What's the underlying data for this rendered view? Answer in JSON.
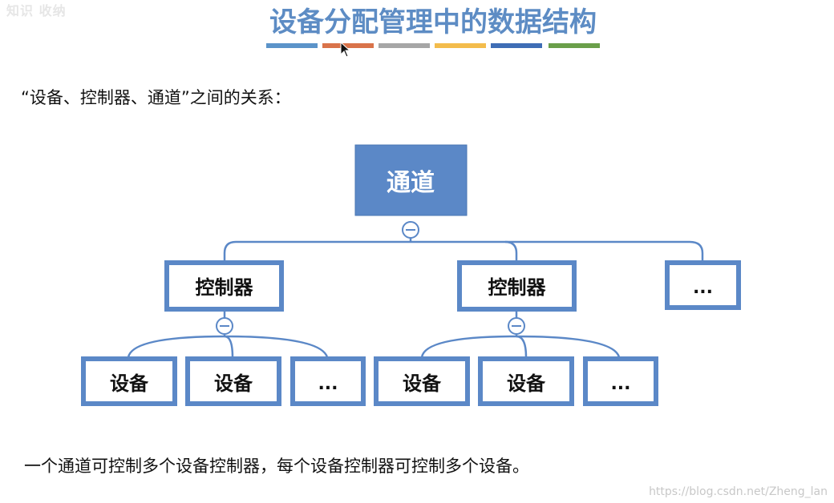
{
  "header": {
    "logo_text": "知识 收纳",
    "title": "设备分配管理中的数据结构",
    "color_strip": [
      "#5b93c9",
      "#d9734a",
      "#a6a6a6",
      "#f3bc4c",
      "#3e6db5",
      "#6a9f4a"
    ]
  },
  "intro": {
    "text": "“设备、控制器、通道”之间的关系："
  },
  "diagram": {
    "root": {
      "label": "通道"
    },
    "controllers": [
      {
        "label": "控制器"
      },
      {
        "label": "控制器"
      },
      {
        "label": "..."
      }
    ],
    "devices_group_1": [
      {
        "label": "设备"
      },
      {
        "label": "设备"
      },
      {
        "label": "..."
      }
    ],
    "devices_group_2": [
      {
        "label": "设备"
      },
      {
        "label": "设备"
      },
      {
        "label": "..."
      }
    ],
    "collapse_symbol": "⊖"
  },
  "footer": {
    "text": "一个通道可控制多个设备控制器，每个设备控制器可控制多个设备。"
  },
  "watermark": {
    "text": "https://blog.csdn.net/Zheng_lan"
  },
  "colors": {
    "title": "#5d8cc4",
    "box_border": "#5b88c7",
    "root_fill": "#5b88c7",
    "connector": "#5b88c7"
  }
}
